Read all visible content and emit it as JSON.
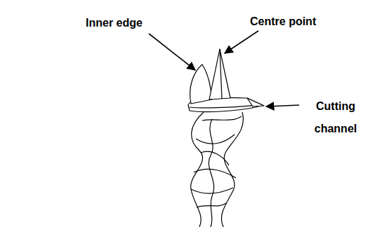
{
  "diagram": {
    "labels": [
      "Inner edge",
      "Centre point",
      "Cutting channel"
    ]
  }
}
